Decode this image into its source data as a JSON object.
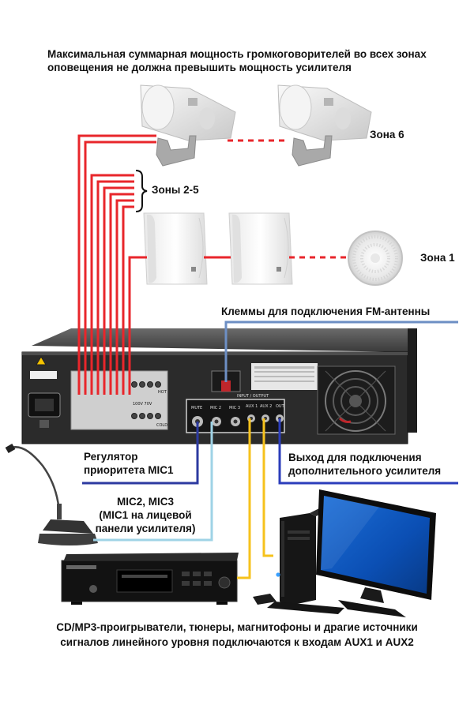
{
  "texts": {
    "top_note_line1": "Максимальная суммарная мощность громкоговорителей во всех зонах",
    "top_note_line2": "оповещения не должна превышить мощность усилителя",
    "zone6": "Зона 6",
    "zones_2_5": "Зоны 2-5",
    "zone1": "Зона 1",
    "fm_label": "Клеммы для подключения FM-антенны",
    "priority_line1": "Регулятор",
    "priority_line2": "приоритета MIC1",
    "mic23_line1": "MIC2, MIC3",
    "mic23_line2": "(MIC1  на лицевой",
    "mic23_line3": "панели усилителя)",
    "extout_line1": "Выход для подключения",
    "extout_line2": "дополнительного усилителя",
    "bottom_line1": "CD/MP3-проигрыватели, тюнеры, магнитофоны и драгие источники",
    "bottom_line2": "сигналов линейного уровня подключаются к входам AUX1 и AUX2"
  },
  "device_labels": {
    "mute": "MUTE",
    "mic2": "MIC 2",
    "mic3": "MIC 3",
    "aux1": "AUX 1",
    "aux2": "AUX 2",
    "out": "OUT",
    "hot": "HOT",
    "cold": "COLD",
    "v100": "100V 70V",
    "input_output": "INPUT / OUTPUT"
  },
  "colors": {
    "speaker_wire": "#e8262b",
    "fm_wire": "#6d8fc4",
    "priority_wire": "#2c3aa0",
    "mic_wire": "#9fd3e6",
    "aux_wire": "#f6c21c",
    "out_wire": "#2b3dbb"
  }
}
